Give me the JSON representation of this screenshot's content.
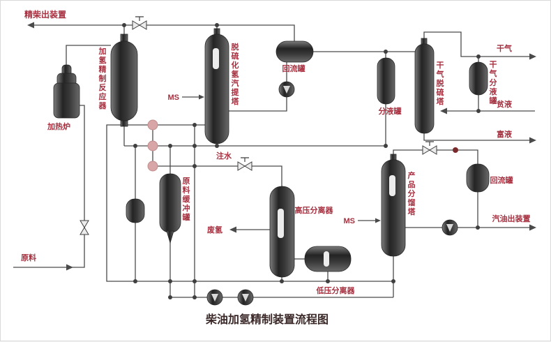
{
  "diagram": {
    "title": "柴油加氢精制装置流程图",
    "streams": {
      "refined_diesel_out": "精柴出装置",
      "dry_gas": "干气",
      "lean_solution": "贫液",
      "rich_solution": "富液",
      "water_injection": "注水",
      "waste_hydrogen": "废氢",
      "gasoline_out": "汽油出装置",
      "feed": "原料",
      "ms_1": "MS",
      "ms_2": "MS"
    },
    "equipment": {
      "furnace": "加热炉",
      "reactor": "加氢精制反应器",
      "h2s_stripper": "脱硫化氢汽提塔",
      "reflux_drum_1": "回流罐",
      "separator_drum": "分液罐",
      "dry_gas_tower": "干气脱硫塔",
      "dry_gas_separator_drum": "干气分液罐",
      "feed_buffer_drum": "原料缓冲罐",
      "hp_separator": "高压分离器",
      "lp_separator": "低压分离器",
      "fractionator": "产品分馏塔",
      "reflux_drum_2": "回流罐"
    },
    "colors": {
      "label_red": "#A6303F",
      "line": "#4A4A4A",
      "vessel_dark": "#2E2E2E",
      "junction_pink": "#D8A6A6",
      "title_color": "#3A2727",
      "background": "#FFFFFF"
    }
  }
}
